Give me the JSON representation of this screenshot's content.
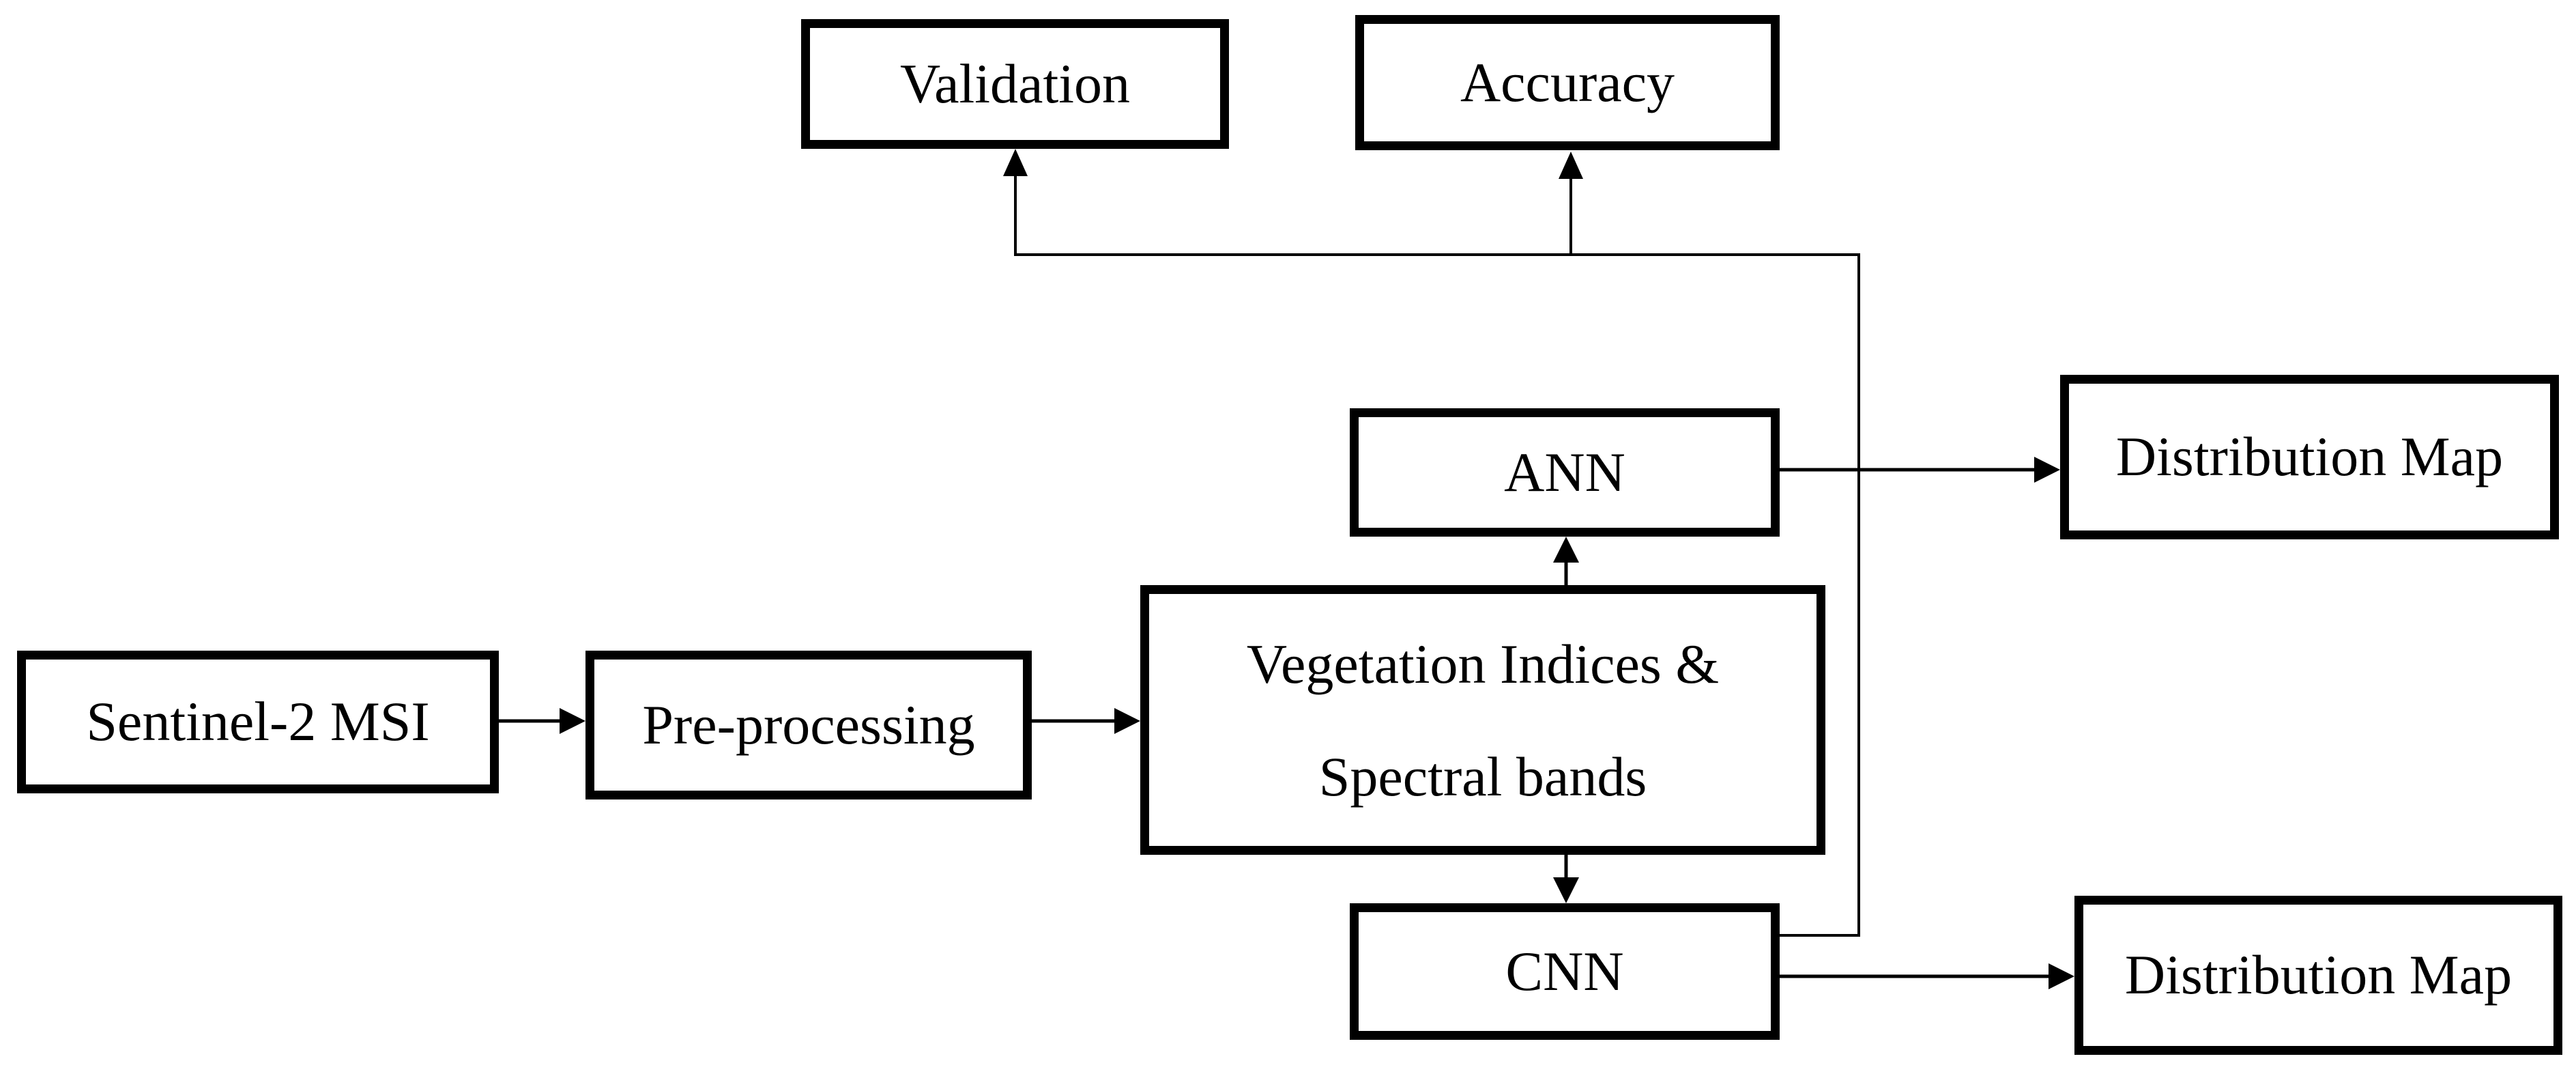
{
  "nodes": {
    "sentinel": {
      "label": "Sentinel-2 MSI"
    },
    "preprocessing": {
      "label": "Pre-processing"
    },
    "features": {
      "line1": "Vegetation Indices &",
      "line2": "Spectral bands"
    },
    "ann": {
      "label": "ANN"
    },
    "cnn": {
      "label": "CNN"
    },
    "validation": {
      "label": "Validation"
    },
    "accuracy": {
      "label": "Accuracy"
    },
    "distmap_ann": {
      "label": "Distribution Map"
    },
    "distmap_cnn": {
      "label": "Distribution Map"
    }
  },
  "edges": [
    {
      "from": "sentinel",
      "to": "preprocessing"
    },
    {
      "from": "preprocessing",
      "to": "features"
    },
    {
      "from": "features",
      "to": "ann"
    },
    {
      "from": "features",
      "to": "cnn"
    },
    {
      "from": "ann",
      "to": "distmap_ann"
    },
    {
      "from": "cnn",
      "to": "distmap_cnn"
    },
    {
      "from": "cnn",
      "to": "validation"
    },
    {
      "from": "cnn",
      "to": "accuracy"
    }
  ],
  "colors": {
    "background": "#ffffff",
    "box_border": "#000000",
    "text": "#000000",
    "connector": "#000000"
  }
}
